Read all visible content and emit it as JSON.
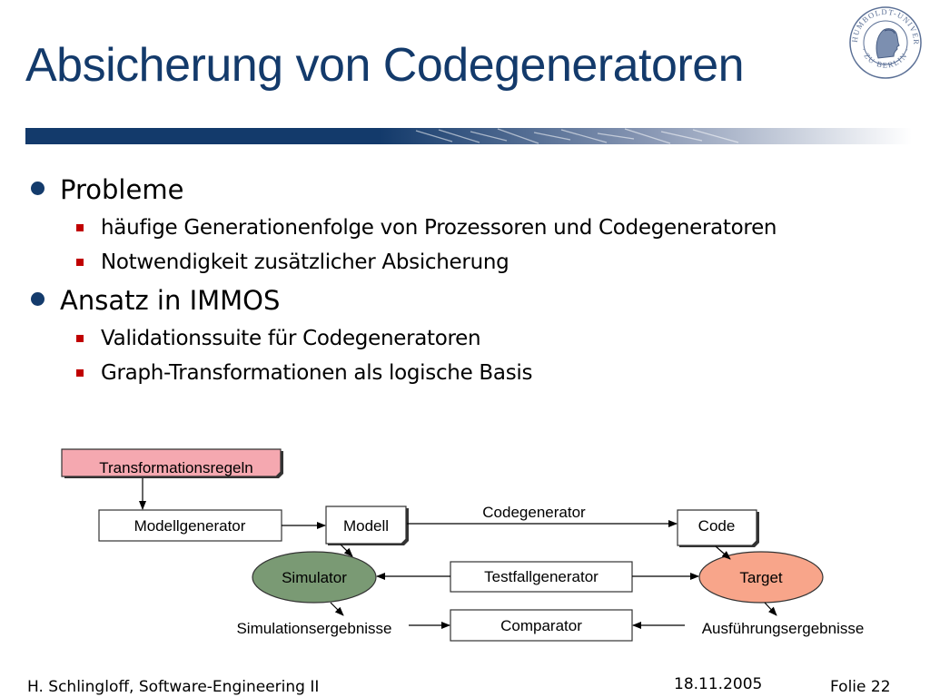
{
  "slide": {
    "title": "Absicherung von Codegeneratoren",
    "logo": "humboldt-university-seal",
    "accent_color": "#133a6b"
  },
  "bullets": [
    {
      "text": "Probleme",
      "sub": [
        "häufige Generationenfolge von Prozessoren und Codegeneratoren",
        "Notwendigkeit zusätzlicher Absicherung"
      ]
    },
    {
      "text": "Ansatz in IMMOS",
      "sub": [
        "Validationssuite für Codegeneratoren",
        "Graph-Transformationen als logische Basis"
      ]
    }
  ],
  "diagram": {
    "transformationsregeln": "Transformationsregeln",
    "modellgenerator": "Modellgenerator",
    "modell": "Modell",
    "codegenerator": "Codegenerator",
    "code": "Code",
    "simulator": "Simulator",
    "testfallgenerator": "Testfallgenerator",
    "target": "Target",
    "simulationsergebnisse": "Simulationsergebnisse",
    "comparator": "Comparator",
    "ausfuehrungsergebnisse": "Ausführungsergebnisse",
    "colors": {
      "rules_fill": "#f5a8b0",
      "simulator_fill": "#7a9a74",
      "target_fill": "#f8a58a"
    }
  },
  "footer": {
    "author": "H. Schlingloff, Software-Engineering II",
    "date": "18.11.2005",
    "slide_number": "Folie 22"
  }
}
